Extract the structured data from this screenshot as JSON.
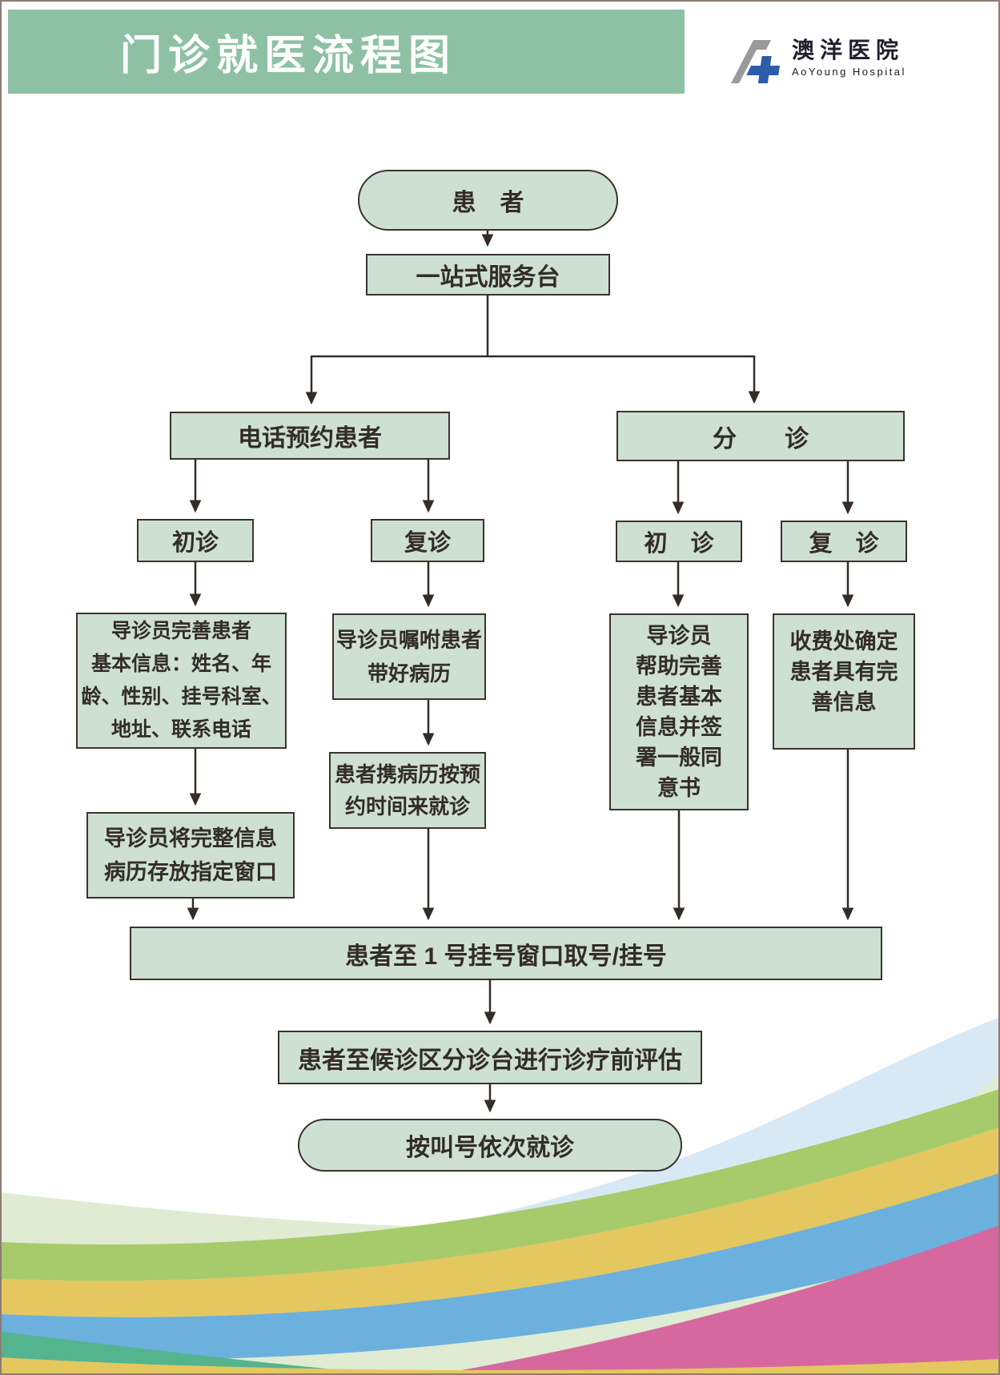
{
  "header": {
    "title": "门诊就医流程图"
  },
  "logo": {
    "name_cn": "澳洋医院",
    "name_en": "AoYoung Hospital"
  },
  "colors": {
    "header_bg": "#8ec1a4",
    "node_fill": "#cee0d2",
    "node_border": "#3a332e",
    "arrow": "#332c27",
    "logo_gray": "#9a9a9a",
    "logo_blue": "#2d5ca9",
    "wave_pale_blue": "#d8e9f5",
    "wave_pale_green": "#dfecd3",
    "wave_green": "#a7cb6b",
    "wave_yellow": "#e4c75f",
    "wave_blue": "#6cb0de",
    "wave_teal": "#53b48e",
    "wave_pink": "#d6689f"
  },
  "nodes": {
    "patient": {
      "text": "患　者"
    },
    "service_desk": {
      "text": "一站式服务台"
    },
    "phone_appointment": {
      "text": "电话预约患者"
    },
    "triage": {
      "text": "分　　诊"
    },
    "first_visit_phone": {
      "text": "初诊"
    },
    "return_visit_phone": {
      "text": "复诊"
    },
    "first_visit_triage": {
      "text": "初　诊"
    },
    "return_visit_triage": {
      "text": "复　诊"
    },
    "guide_complete_info": {
      "text": "导诊员完善患者\n基本信息：姓名、年\n龄、性别、挂号科室、\n地址、联系电话"
    },
    "guide_remind_records": {
      "text": "导诊员嘱咐患者\n带好病历"
    },
    "guide_help_sign": {
      "text": "导诊员\n帮助完善\n患者基本\n信息并签\n署一般同\n意书"
    },
    "cashier_confirm": {
      "text": "收费处确定\n患者具有完\n善信息"
    },
    "guide_store_records": {
      "text": "导诊员将完整信息\n病历存放指定窗口"
    },
    "patient_bring_records": {
      "text": "患者携病历按预\n约时间来就诊"
    },
    "register_window": {
      "text": "患者至 1 号挂号窗口取号/挂号"
    },
    "pre_assessment": {
      "text": "患者至候诊区分诊台进行诊疗前评估"
    },
    "called_in_order": {
      "text": "按叫号依次就诊"
    }
  }
}
